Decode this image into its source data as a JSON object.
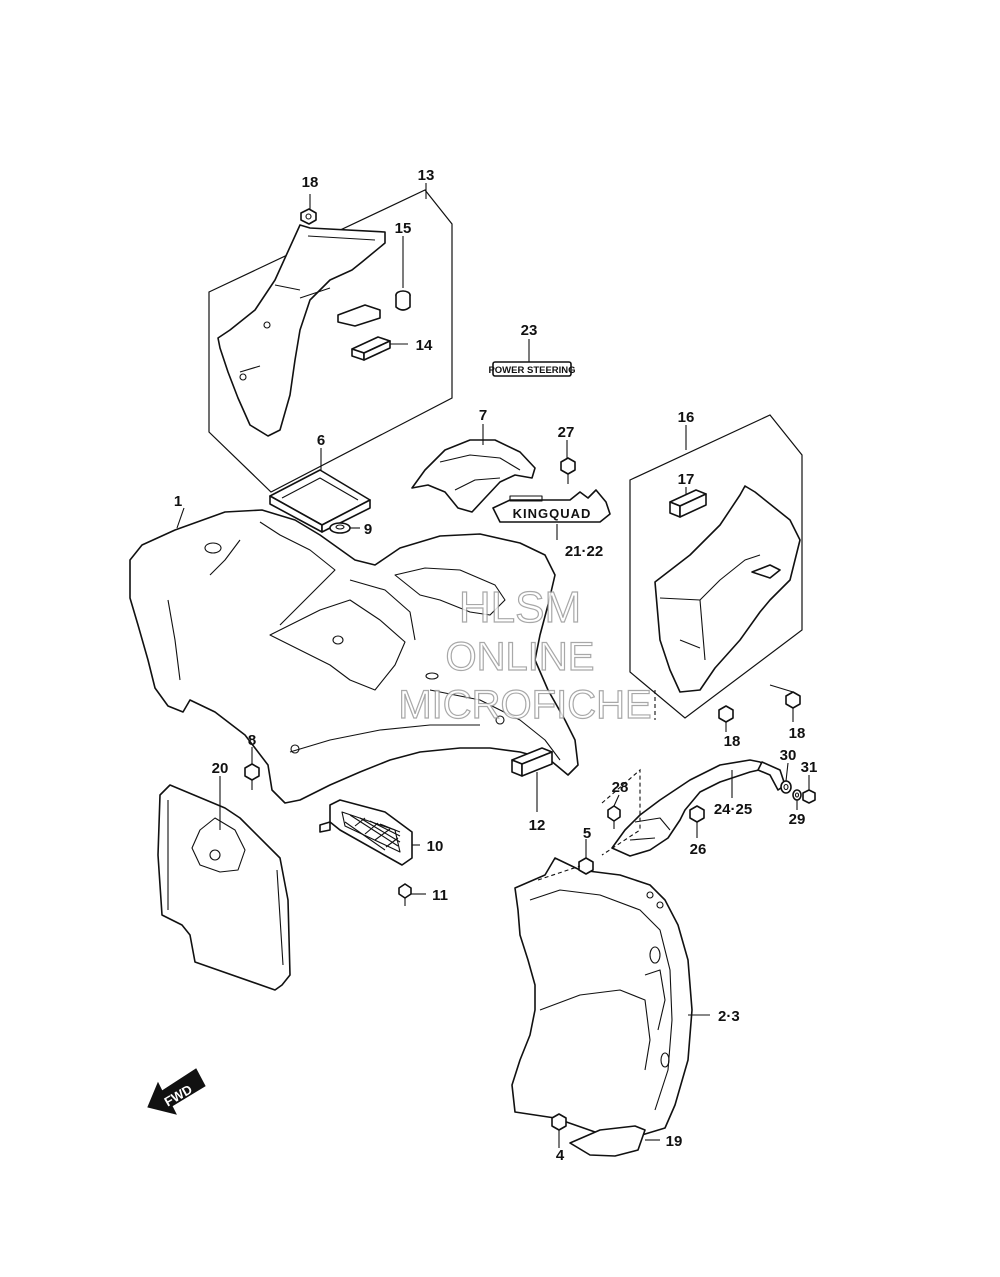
{
  "callouts": {
    "c1": "1",
    "c2_3": "2·3",
    "c4": "4",
    "c5": "5",
    "c6": "6",
    "c7": "7",
    "c8": "8",
    "c9": "9",
    "c10": "10",
    "c11": "11",
    "c12": "12",
    "c13": "13",
    "c14": "14",
    "c15": "15",
    "c16": "16",
    "c17": "17",
    "c18a": "18",
    "c18b": "18",
    "c18c": "18",
    "c19": "19",
    "c20": "20",
    "c21_22": "21·22",
    "c23": "23",
    "c24_25": "24·25",
    "c26": "26",
    "c27": "27",
    "c28": "28",
    "c29": "29",
    "c30": "30",
    "c31": "31"
  },
  "decals": {
    "power_steering": "POWER STEERING",
    "kingquad": "KINGQUAD"
  },
  "watermark": {
    "line1": "HLSM",
    "line2": "ONLINE",
    "line3": "MICROFICHE"
  },
  "direction_marker": {
    "label": "FWD"
  },
  "colors": {
    "line": "#111111",
    "background": "#ffffff",
    "watermark_outline": "#9a9a9a"
  }
}
